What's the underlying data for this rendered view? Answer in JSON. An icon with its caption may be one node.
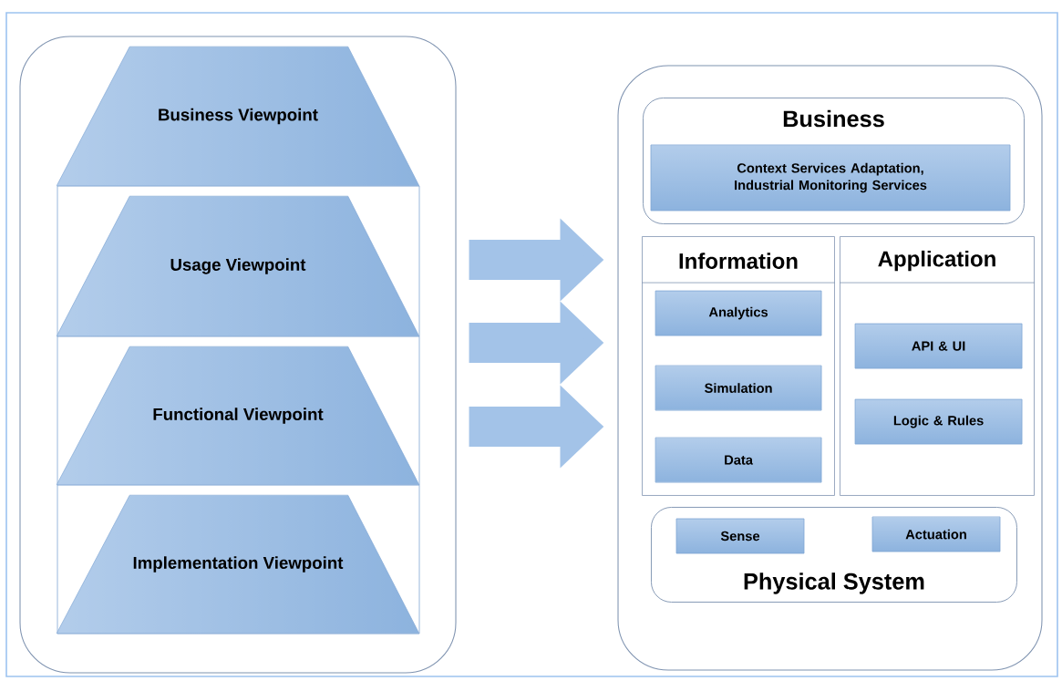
{
  "diagram": {
    "nodes": [
      {
        "text": [],
        "shape": "box"
      },
      {
        "text": [
          "Business Viewpoint"
        ],
        "in": 0
      },
      {
        "text": [
          "Usage Viewpoint"
        ],
        "in": 0
      },
      {
        "text": [
          "Functional Viewpoint"
        ],
        "in": 0
      },
      {
        "text": [
          "Implementation Viewpoint"
        ],
        "in": 0
      },
      {
        "text": [],
        "shape": "box"
      },
      {
        "text": [
          "Business"
        ],
        "in": 5
      },
      {
        "text": [
          "Context Services Adaptation, Industrial Monitoring Services"
        ],
        "in": 6
      },
      {
        "text": [
          "Information"
        ],
        "in": 5
      },
      {
        "text": [
          "Analytics"
        ],
        "in": 8
      },
      {
        "text": [
          "Simulation"
        ],
        "in": 8
      },
      {
        "text": [
          "Data"
        ],
        "in": 8
      },
      {
        "text": [
          "Application"
        ],
        "in": 5
      },
      {
        "text": [
          "API & UI"
        ],
        "in": 12
      },
      {
        "text": [
          "Logic & Rules"
        ],
        "in": 12
      },
      {
        "text": [
          "Physical System"
        ],
        "in": 5
      },
      {
        "text": [
          "Sense"
        ],
        "in": 15
      },
      {
        "text": [
          "Actuation"
        ],
        "in": 15
      }
    ],
    "edges": [
      {
        "from": 0,
        "to": 5,
        "arrow": "to"
      },
      {
        "from": 0,
        "to": 5,
        "arrow": "to"
      },
      {
        "from": 0,
        "to": 5,
        "arrow": "to"
      }
    ]
  }
}
